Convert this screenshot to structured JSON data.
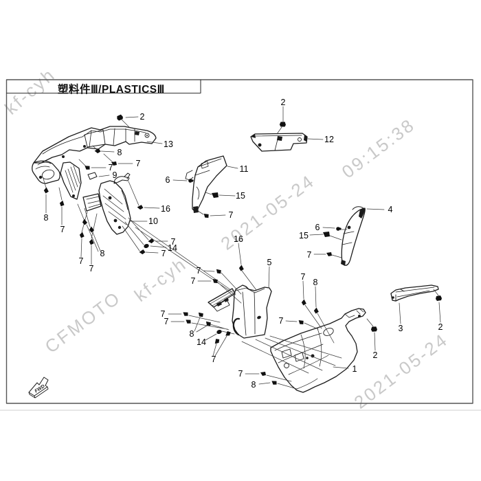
{
  "header": {
    "title": "塑料件Ⅲ/PLASTICSⅢ"
  },
  "direction": {
    "label": "FWD"
  },
  "watermarks": {
    "user": "kf-cyh",
    "brand": "CFMOTO",
    "date": "2021-05-24",
    "time": "09:15:38"
  },
  "callouts": [
    {
      "text": "2"
    },
    {
      "text": "13"
    },
    {
      "text": "8"
    },
    {
      "text": "7"
    },
    {
      "text": "7"
    },
    {
      "text": "9"
    },
    {
      "text": "8"
    },
    {
      "text": "7"
    },
    {
      "text": "16"
    },
    {
      "text": "10"
    },
    {
      "text": "8"
    },
    {
      "text": "7"
    },
    {
      "text": "7"
    },
    {
      "text": "7"
    },
    {
      "text": "14"
    },
    {
      "text": "7"
    },
    {
      "text": "12"
    },
    {
      "text": "2"
    },
    {
      "text": "11"
    },
    {
      "text": "6"
    },
    {
      "text": "15"
    },
    {
      "text": "7"
    },
    {
      "text": "4"
    },
    {
      "text": "6"
    },
    {
      "text": "15"
    },
    {
      "text": "7"
    },
    {
      "text": "16"
    },
    {
      "text": "5"
    },
    {
      "text": "7"
    },
    {
      "text": "7"
    },
    {
      "text": "7"
    },
    {
      "text": "7"
    },
    {
      "text": "8"
    },
    {
      "text": "14"
    },
    {
      "text": "7"
    },
    {
      "text": "7"
    },
    {
      "text": "7"
    },
    {
      "text": "8"
    },
    {
      "text": "2"
    },
    {
      "text": "1"
    },
    {
      "text": "7"
    },
    {
      "text": "8"
    },
    {
      "text": "3"
    },
    {
      "text": "2"
    }
  ]
}
